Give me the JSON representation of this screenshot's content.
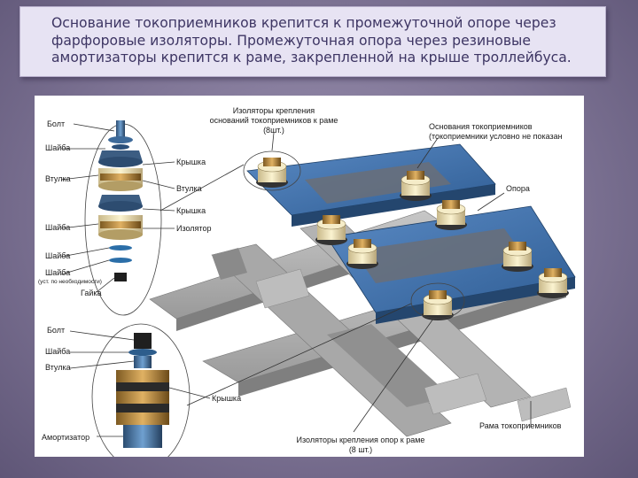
{
  "caption": {
    "line1": "Основание токоприемников крепится к промежуточной опоре через",
    "line2": "фарфоровые изоляторы. Промежуточная опора через резиновые",
    "line3": "амортизаторы крепится к раме, закрепленной на крыше троллейбуса."
  },
  "labels": {
    "bolt_top": "Болт",
    "washer_top": "Шайба",
    "sleeve_top": "Втулка",
    "washer_mid": "Шайба",
    "washer_low": "Шайба",
    "washer_low2": "Шайба",
    "washer_note": "(уст. по необходимости)",
    "nut": "Гайка",
    "cover1": "Крышка",
    "sleeve_mid": "Втулка",
    "cover2": "Крышка",
    "insulator": "Изолятор",
    "bolt_bottom": "Болт",
    "washer_bottom": "Шайба",
    "sleeve_bottom": "Втулка",
    "cover_bottom": "Крышка",
    "shock_absorber": "Амортизатор",
    "ins_mount_top_1": "Изоляторы крепления",
    "ins_mount_top_2": "оснований токоприемников к раме",
    "ins_mount_top_3": "(8шт.)",
    "base_1": "Основания токоприемников",
    "base_2": "(токоприемники условно не показан",
    "support": "Опора",
    "frame": "Рама токоприемников",
    "ins_mount_bottom_1": "Изоляторы крепления опор к раме",
    "ins_mount_bottom_2": "(8 шт.)"
  },
  "colors": {
    "caption_text": "#3d3563",
    "blue_plate": "#3f6fa8",
    "gray_frame": "#9c9c9c",
    "insulator_cream": "#efe3b4",
    "bronze": "#b9893a"
  }
}
